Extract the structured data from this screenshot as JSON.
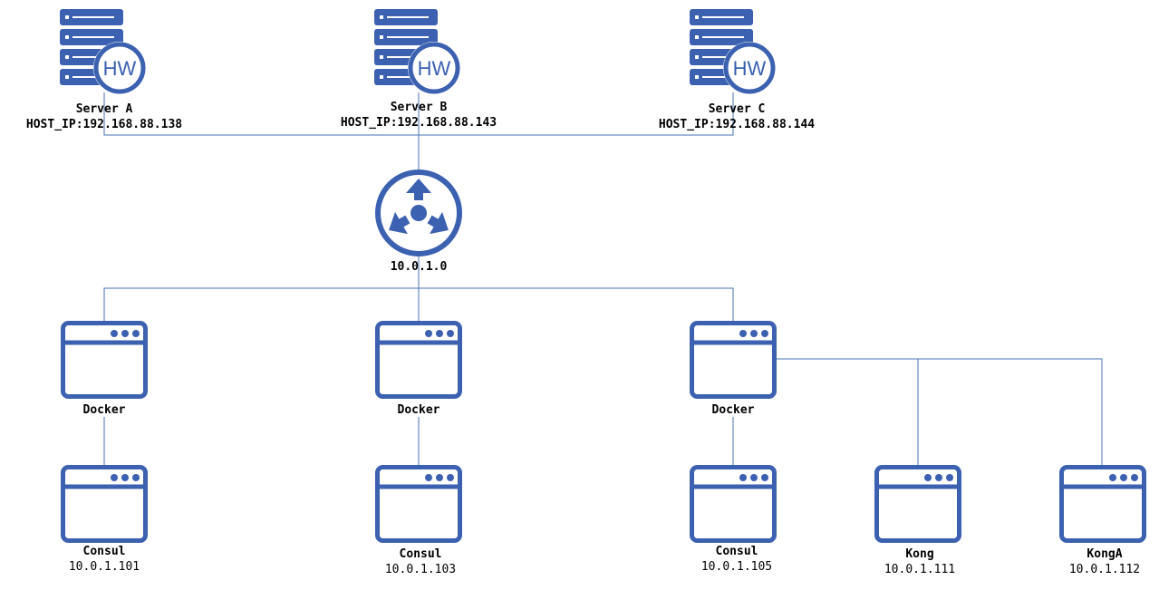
{
  "colors": {
    "icon": "#3b61b0",
    "line": "#4a73b5",
    "icon_inner": "#ffffff"
  },
  "servers": [
    {
      "name": "Server A",
      "host_ip": "HOST_IP:192.168.88.138",
      "badge": "HW",
      "icon": "server-hw-icon"
    },
    {
      "name": "Server B",
      "host_ip": "HOST_IP:192.168.88.143",
      "badge": "HW",
      "icon": "server-hw-icon"
    },
    {
      "name": "Server C",
      "host_ip": "HOST_IP:192.168.88.144",
      "badge": "HW",
      "icon": "server-hw-icon"
    }
  ],
  "router": {
    "label": "10.0.1.0",
    "icon": "router-icon"
  },
  "dockers": [
    {
      "name": "Docker",
      "icon": "window-icon"
    },
    {
      "name": "Docker",
      "icon": "window-icon"
    },
    {
      "name": "Docker",
      "icon": "window-icon"
    }
  ],
  "containers": [
    {
      "name": "Consul",
      "ip": "10.0.1.101",
      "icon": "window-icon"
    },
    {
      "name": "Consul",
      "ip": "10.0.1.103",
      "icon": "window-icon"
    },
    {
      "name": "Consul",
      "ip": "10.0.1.105",
      "icon": "window-icon"
    },
    {
      "name": "Kong",
      "ip": "10.0.1.111",
      "icon": "window-icon"
    },
    {
      "name": "KongA",
      "ip": "10.0.1.112",
      "icon": "window-icon"
    }
  ]
}
